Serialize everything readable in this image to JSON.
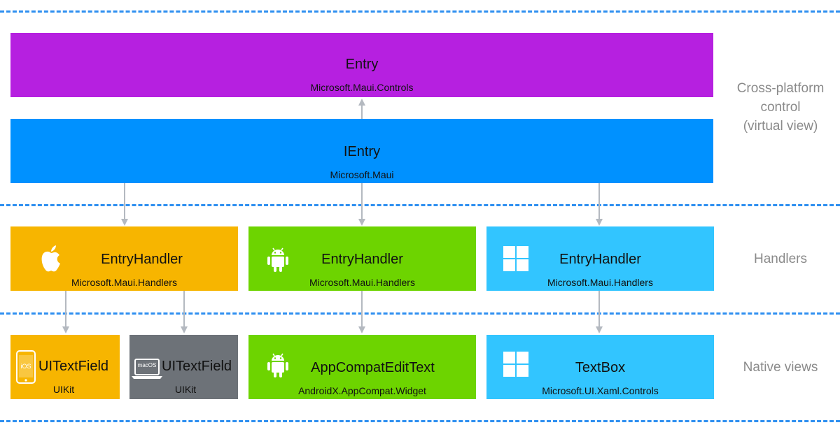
{
  "layers": {
    "virtual": "Cross-platform\ncontrol\n(virtual view)",
    "handlers": "Handlers",
    "native": "Native views"
  },
  "entry": {
    "title": "Entry",
    "namespace": "Microsoft.Maui.Controls",
    "color": "#b620e0"
  },
  "ientry": {
    "title": "IEntry",
    "namespace": "Microsoft.Maui",
    "color": "#0091ff"
  },
  "handlers": [
    {
      "title": "EntryHandler",
      "namespace": "Microsoft.Maui.Handlers",
      "platform": "apple-icon",
      "color": "#f7b500"
    },
    {
      "title": "EntryHandler",
      "namespace": "Microsoft.Maui.Handlers",
      "platform": "android-icon",
      "color": "#6dd400"
    },
    {
      "title": "EntryHandler",
      "namespace": "Microsoft.Maui.Handlers",
      "platform": "windows-icon",
      "color": "#32c5ff"
    }
  ],
  "native": [
    {
      "title": "UITextField",
      "namespace": "UIKit",
      "icon": "ios-phone-icon",
      "icon_label": "iOS",
      "color": "#f7b500"
    },
    {
      "title": "UITextField",
      "namespace": "UIKit",
      "icon": "macos-laptop-icon",
      "icon_label": "macOS",
      "color": "#6d7278"
    },
    {
      "title": "AppCompatEditText",
      "namespace": "AndroidX.AppCompat.Widget",
      "icon": "android-icon",
      "color": "#6dd400"
    },
    {
      "title": "TextBox",
      "namespace": "Microsoft.UI.Xaml.Controls",
      "icon": "windows-icon",
      "color": "#32c5ff"
    }
  ],
  "colors": {
    "dash": "#2e8ff0",
    "arrow": "#b4b9c0",
    "side_text": "#8a8a8a"
  }
}
